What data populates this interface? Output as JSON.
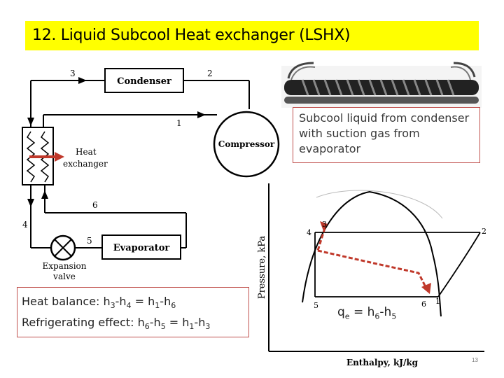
{
  "title": "12. Liquid Subcool Heat exchanger (LSHX)",
  "schematic": {
    "condenser": "Condenser",
    "compressor": "Compressor",
    "heat_exchanger": [
      "Heat",
      "exchanger"
    ],
    "evaporator": "Evaporator",
    "expansion_valve": [
      "Expansion",
      "valve"
    ],
    "state_labels": [
      "3",
      "2",
      "1",
      "6",
      "4",
      "5"
    ]
  },
  "note": "Subcool liquid from condenser with suction gas from evaporator",
  "balance": {
    "line1_prefix": "Heat balance: ",
    "line2_prefix": "Refrigerating effect: "
  },
  "ph_diagram": {
    "ylabel": "Pressure, kPa",
    "xlabel": "Enthalpy, kJ/kg",
    "point_labels": [
      "4",
      "3",
      "2",
      "5",
      "6",
      "1"
    ]
  },
  "qe": "q",
  "page_number": "13",
  "colors": {
    "title_bg": "#ffff00",
    "arrow": "#c0392b",
    "accent_border": "#c0504d"
  }
}
